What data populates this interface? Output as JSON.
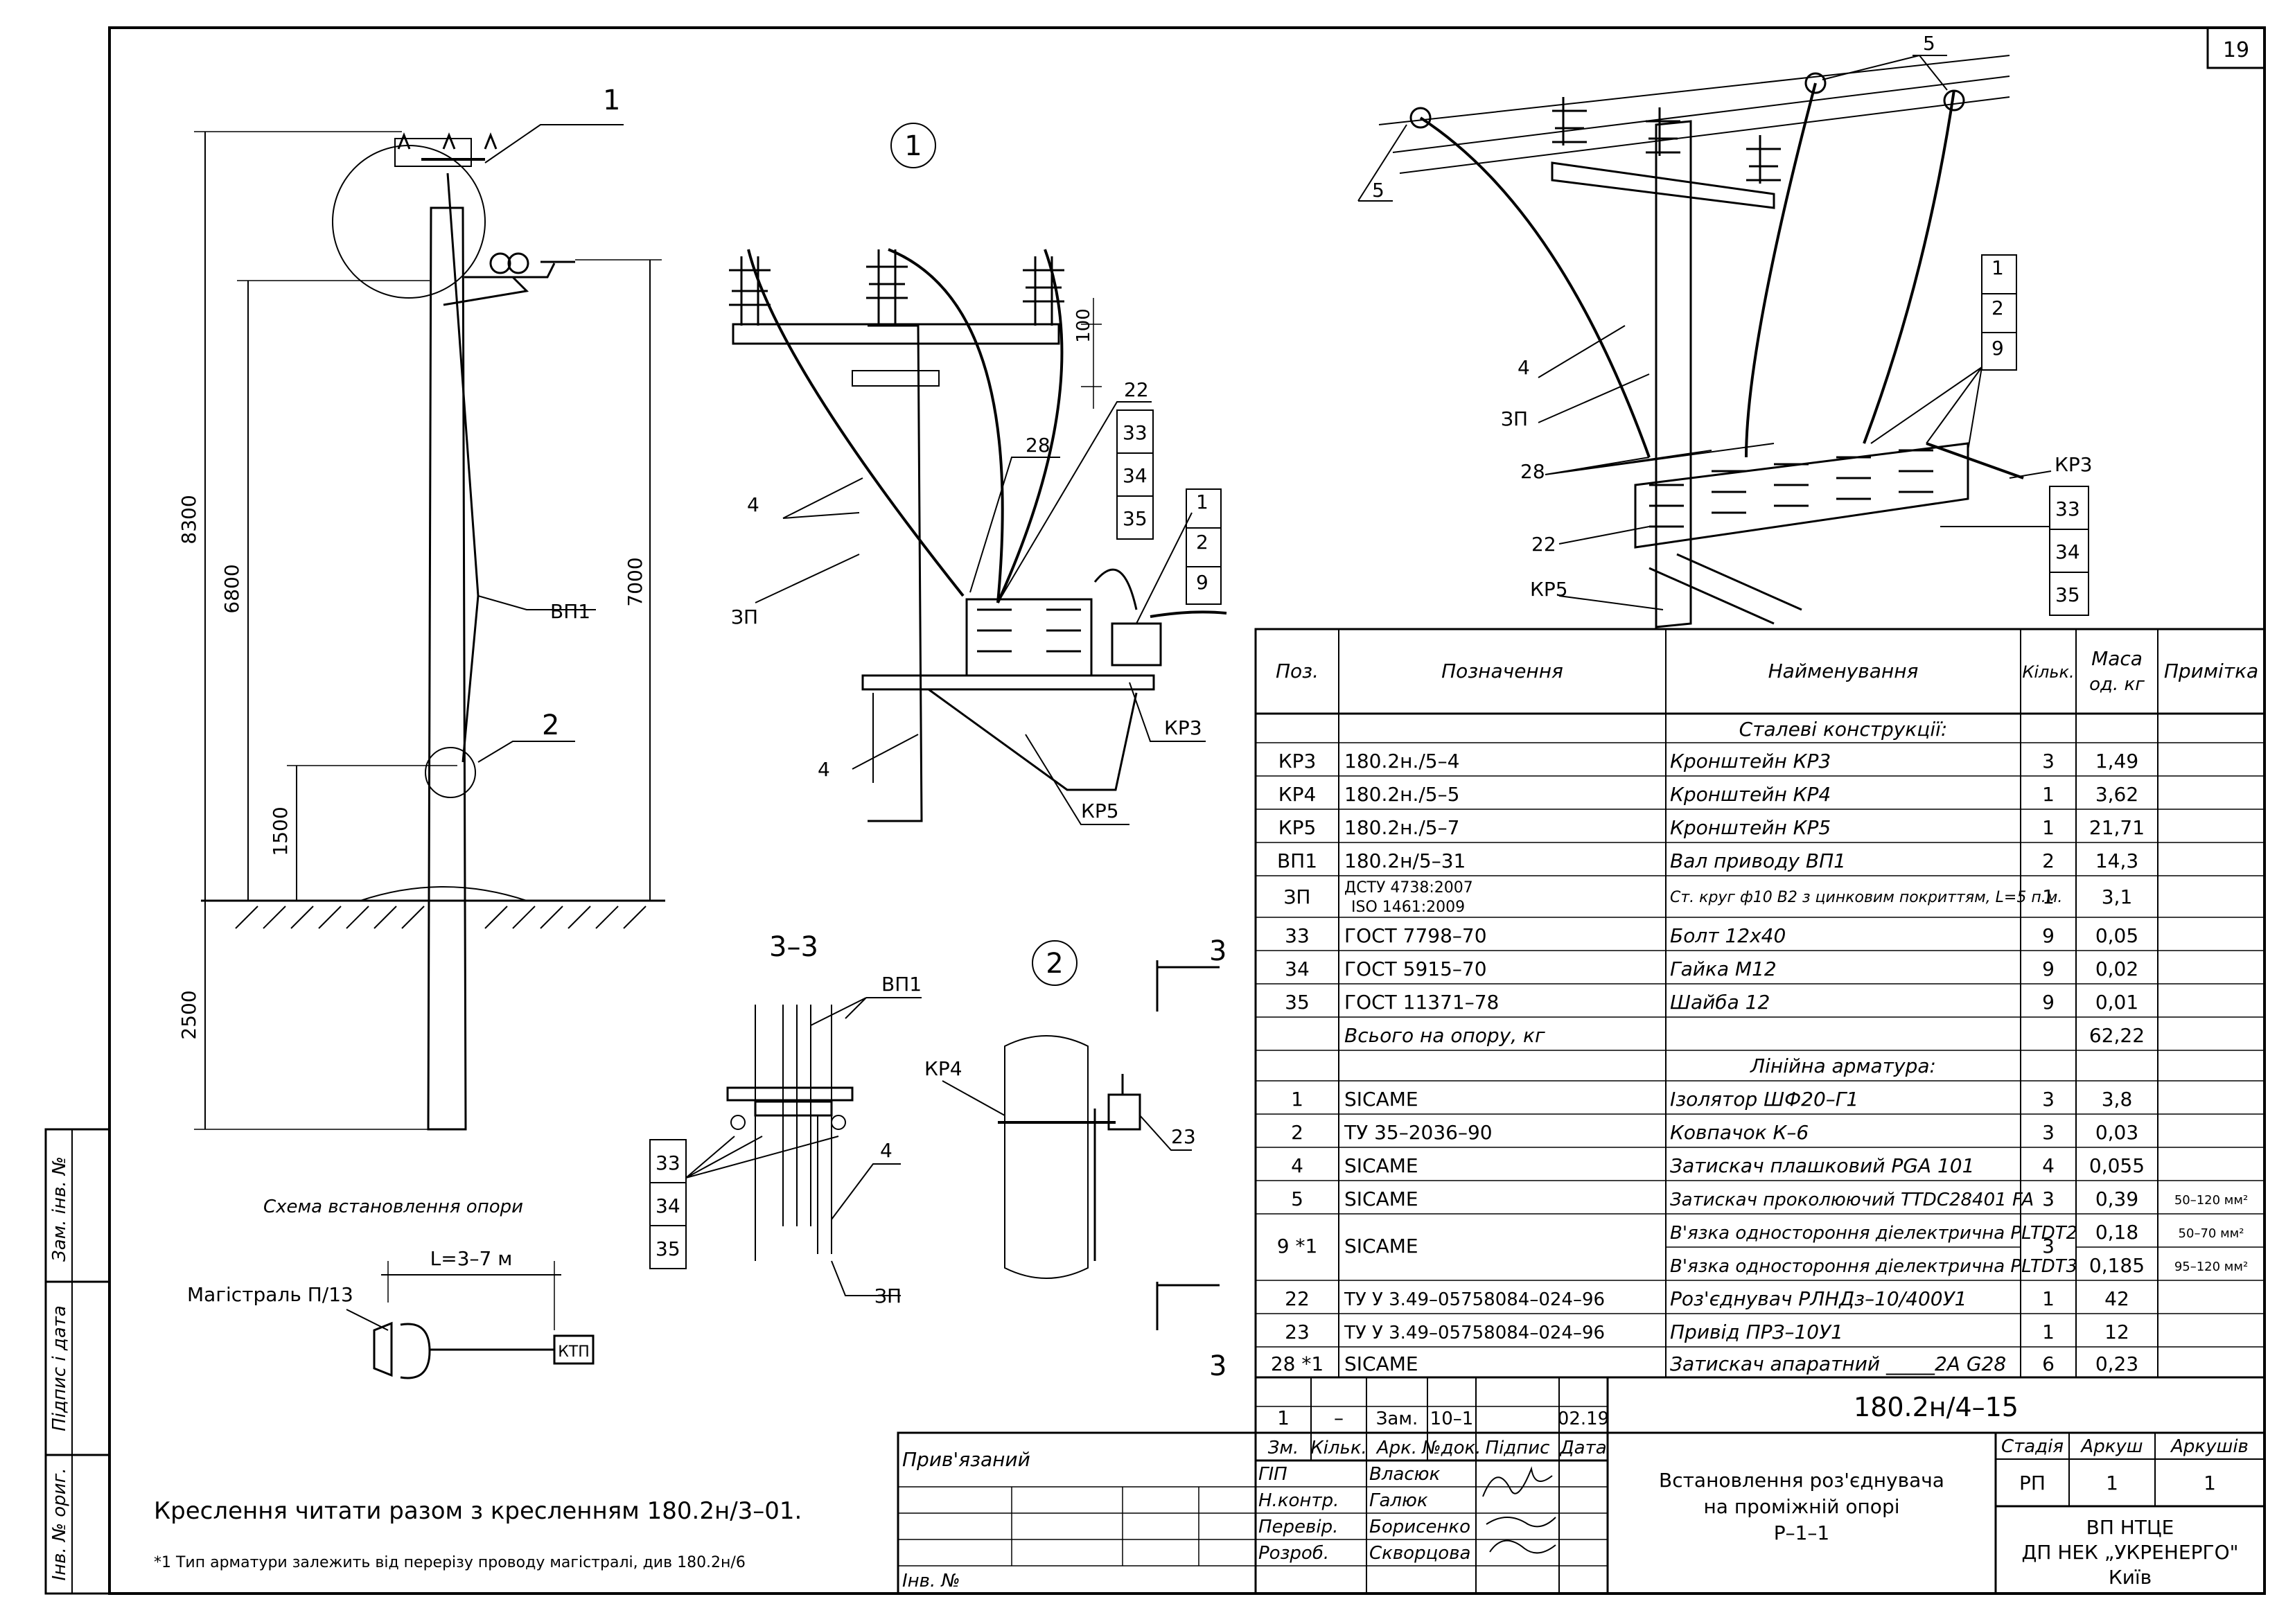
{
  "sheet_number": "19",
  "pole_scheme": {
    "caption": "Схема встановлення опори",
    "dims": {
      "total": "8300",
      "upper": "6800",
      "ground": "7000",
      "low": "1500",
      "buried": "2500"
    },
    "callouts": {
      "c1": "1",
      "c2": "2",
      "vp1": "ВП1"
    }
  },
  "detail1": {
    "title": "1",
    "dim": "100",
    "labels": {
      "l4a": "4",
      "l4b": "4",
      "zp": "ЗП",
      "l28": "28",
      "l22": "22",
      "l33": "33",
      "l34": "34",
      "l35": "35",
      "l1": "1",
      "l2": "2",
      "l9": "9",
      "kr3": "КР3",
      "kr5": "КР5"
    }
  },
  "section33": {
    "title": "3–3",
    "labels": {
      "vp1": "ВП1",
      "l33": "33",
      "l34": "34",
      "l35": "35",
      "l4": "4",
      "zp": "ЗП"
    }
  },
  "detail2": {
    "title": "2",
    "labels": {
      "kr4": "КР4",
      "l23": "23",
      "cut_top": "3",
      "cut_bottom": "3"
    }
  },
  "route": {
    "dim": "L=3–7 м",
    "label": "Магістраль П/13",
    "ktp": "КТП"
  },
  "iso_view": {
    "labels": {
      "l5a": "5",
      "l5b": "5",
      "l4": "4",
      "zp": "ЗП",
      "l28": "28",
      "l22": "22",
      "kr5": "КР5",
      "l1": "1",
      "l2": "2",
      "l9": "9",
      "kr3": "КР3",
      "l33": "33",
      "l34": "34",
      "l35": "35"
    }
  },
  "spec_table": {
    "headers": {
      "pos": "Поз.",
      "designation": "Позначення",
      "name": "Найменування",
      "qty": "Кільк.",
      "mass1": "Маса",
      "mass2": "од. кг",
      "note": "Примітка"
    },
    "section_steel": "Сталеві конструкції:",
    "section_fittings": "Лінійна арматура:",
    "rows_steel": [
      {
        "pos": "КР3",
        "designation": "180.2н./5–4",
        "name": "Кронштейн КР3",
        "qty": "3",
        "mass": "1,49",
        "note": ""
      },
      {
        "pos": "КР4",
        "designation": "180.2н./5–5",
        "name": "Кронштейн КР4",
        "qty": "1",
        "mass": "3,62",
        "note": ""
      },
      {
        "pos": "КР5",
        "designation": "180.2н./5–7",
        "name": "Кронштейн КР5",
        "qty": "1",
        "mass": "21,71",
        "note": ""
      },
      {
        "pos": "ВП1",
        "designation": "180.2н/5–31",
        "name": "Вал приводу ВП1",
        "qty": "2",
        "mass": "14,3",
        "note": ""
      }
    ],
    "row_zp": {
      "pos": "ЗП",
      "designation1": "ДСТУ 4738:2007",
      "designation2": "ISO 1461:2009",
      "name": "Ст. круг ф10 В2 з цинковим покриттям, L=5 п.м.",
      "qty": "1",
      "mass": "3,1"
    },
    "rows_hw": [
      {
        "pos": "33",
        "designation": "ГОСТ 7798–70",
        "name": "Болт 12х40",
        "qty": "9",
        "mass": "0,05",
        "note": ""
      },
      {
        "pos": "34",
        "designation": "ГОСТ 5915–70",
        "name": "Гайка М12",
        "qty": "9",
        "mass": "0,02",
        "note": ""
      },
      {
        "pos": "35",
        "designation": "ГОСТ 11371–78",
        "name": "Шайба 12",
        "qty": "9",
        "mass": "0,01",
        "note": ""
      }
    ],
    "total": {
      "label": "Всього на опору, кг",
      "mass": "62,22"
    },
    "rows_fit": [
      {
        "pos": "1",
        "designation": "SICAME",
        "name": "Ізолятор ШФ20–Г1",
        "qty": "3",
        "mass": "3,8",
        "note": ""
      },
      {
        "pos": "2",
        "designation": "ТУ 35–2036–90",
        "name": "Ковпачок К–6",
        "qty": "3",
        "mass": "0,03",
        "note": ""
      },
      {
        "pos": "4",
        "designation": "SICAME",
        "name": "Затискач плашковий PGA 101",
        "qty": "4",
        "mass": "0,055",
        "note": ""
      },
      {
        "pos": "5",
        "designation": "SICAME",
        "name": "Затискач проколюючий TTDC28401 FA",
        "qty": "3",
        "mass": "0,39",
        "note": "50–120 мм²"
      }
    ],
    "row9": {
      "pos": "9 *1",
      "designation": "SICAME",
      "name1": "В'язка одностороння діелектрична PLTDT2",
      "name2": "В'язка одностороння діелектрична PLTDT3",
      "qty": "3",
      "mass1": "0,18",
      "mass2": "0,185",
      "note1": "50–70 мм²",
      "note2": "95–120 мм²"
    },
    "rows_end": [
      {
        "pos": "22",
        "designation": "ТУ У 3.49–05758084–024–96",
        "name": "Роз'єднувач РЛНДз–10/400У1",
        "qty": "1",
        "mass": "42",
        "note": ""
      },
      {
        "pos": "23",
        "designation": "ТУ У 3.49–05758084–024–96",
        "name": "Привід ПРЗ–10У1",
        "qty": "1",
        "mass": "12",
        "note": ""
      },
      {
        "pos": "28 *1",
        "designation": "SICAME",
        "name": "Затискач апаратний _____2А G28",
        "qty": "6",
        "mass": "0,23",
        "note": ""
      }
    ]
  },
  "title_block": {
    "rev": {
      "zm": "1",
      "kilk": "–",
      "ark": "Зам.",
      "ndok": "10–1",
      "pidpys": "",
      "data": "02.19"
    },
    "headers": {
      "zm": "Зм.",
      "kilk": "Кільк.",
      "ark": "Арк.",
      "ndok": "№док.",
      "pidpys": "Підпис",
      "data": "Дата"
    },
    "code": "180.2н/4–15",
    "roles": [
      {
        "role": "ГІП",
        "name": "Власюк"
      },
      {
        "role": "Н.контр.",
        "name": "Галюк"
      },
      {
        "role": "Перевір.",
        "name": "Борисенко"
      },
      {
        "role": "Розроб.",
        "name": "Скворцова"
      }
    ],
    "title1": "Встановлення роз'єднувача",
    "title2": "на проміжній опорі",
    "title3": "Р–1–1",
    "stage_h": "Стадія",
    "sheet_h": "Аркуш",
    "sheets_h": "Аркушів",
    "stage": "РП",
    "sheet": "1",
    "sheets": "1",
    "org1": "ВП НТЦЕ",
    "org2": "ДП НЕК „УКРЕНЕРГО\"",
    "org3": "Київ"
  },
  "pryvyazanyi": "Прив'язаний",
  "inv_label": "Інв. №",
  "side_stamps": {
    "zam": "Зам. інв. №",
    "pidpys": "Підпис і дата",
    "inv": "Інв. № ориг."
  },
  "notes": {
    "note1": "Креслення читати разом з кресленням 180.2н/3–01.",
    "note2": "*1 Тип арматури залежить від перерізу проводу магістралі, див 180.2н/6"
  }
}
